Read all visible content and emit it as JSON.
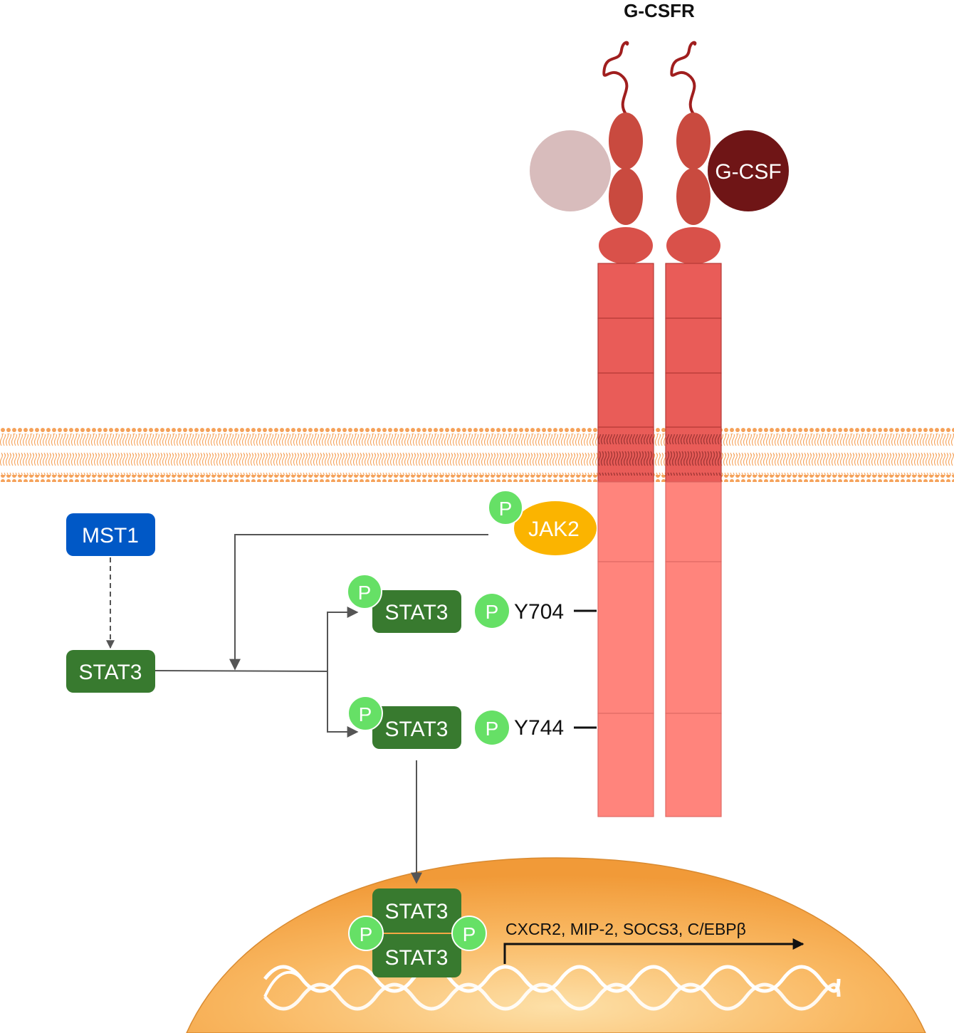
{
  "title": "G-CSFR",
  "ligand_label": "G-CSF",
  "kinase_label": "JAK2",
  "upstream_label": "MST1",
  "stat_label": "STAT3",
  "phospho_label": "P",
  "sites": [
    {
      "label": "Y704"
    },
    {
      "label": "Y744"
    }
  ],
  "target_genes": "CXCR2, MIP-2, SOCS3, C/EBPβ",
  "colors": {
    "receptor_extracellular": "#c94a3f",
    "receptor_upper": "#e95c58",
    "receptor_lower": "#ff847c",
    "ligand_bound": "#6f1516",
    "ligand_unbound": "#d8bcbc",
    "membrane": "#f5a25a",
    "jak2": "#fbb400",
    "phospho": "#66e066",
    "stat3": "#387a2f",
    "mst1": "#0058c6",
    "nucleus": "#f6a744",
    "arrow": "#555555"
  }
}
